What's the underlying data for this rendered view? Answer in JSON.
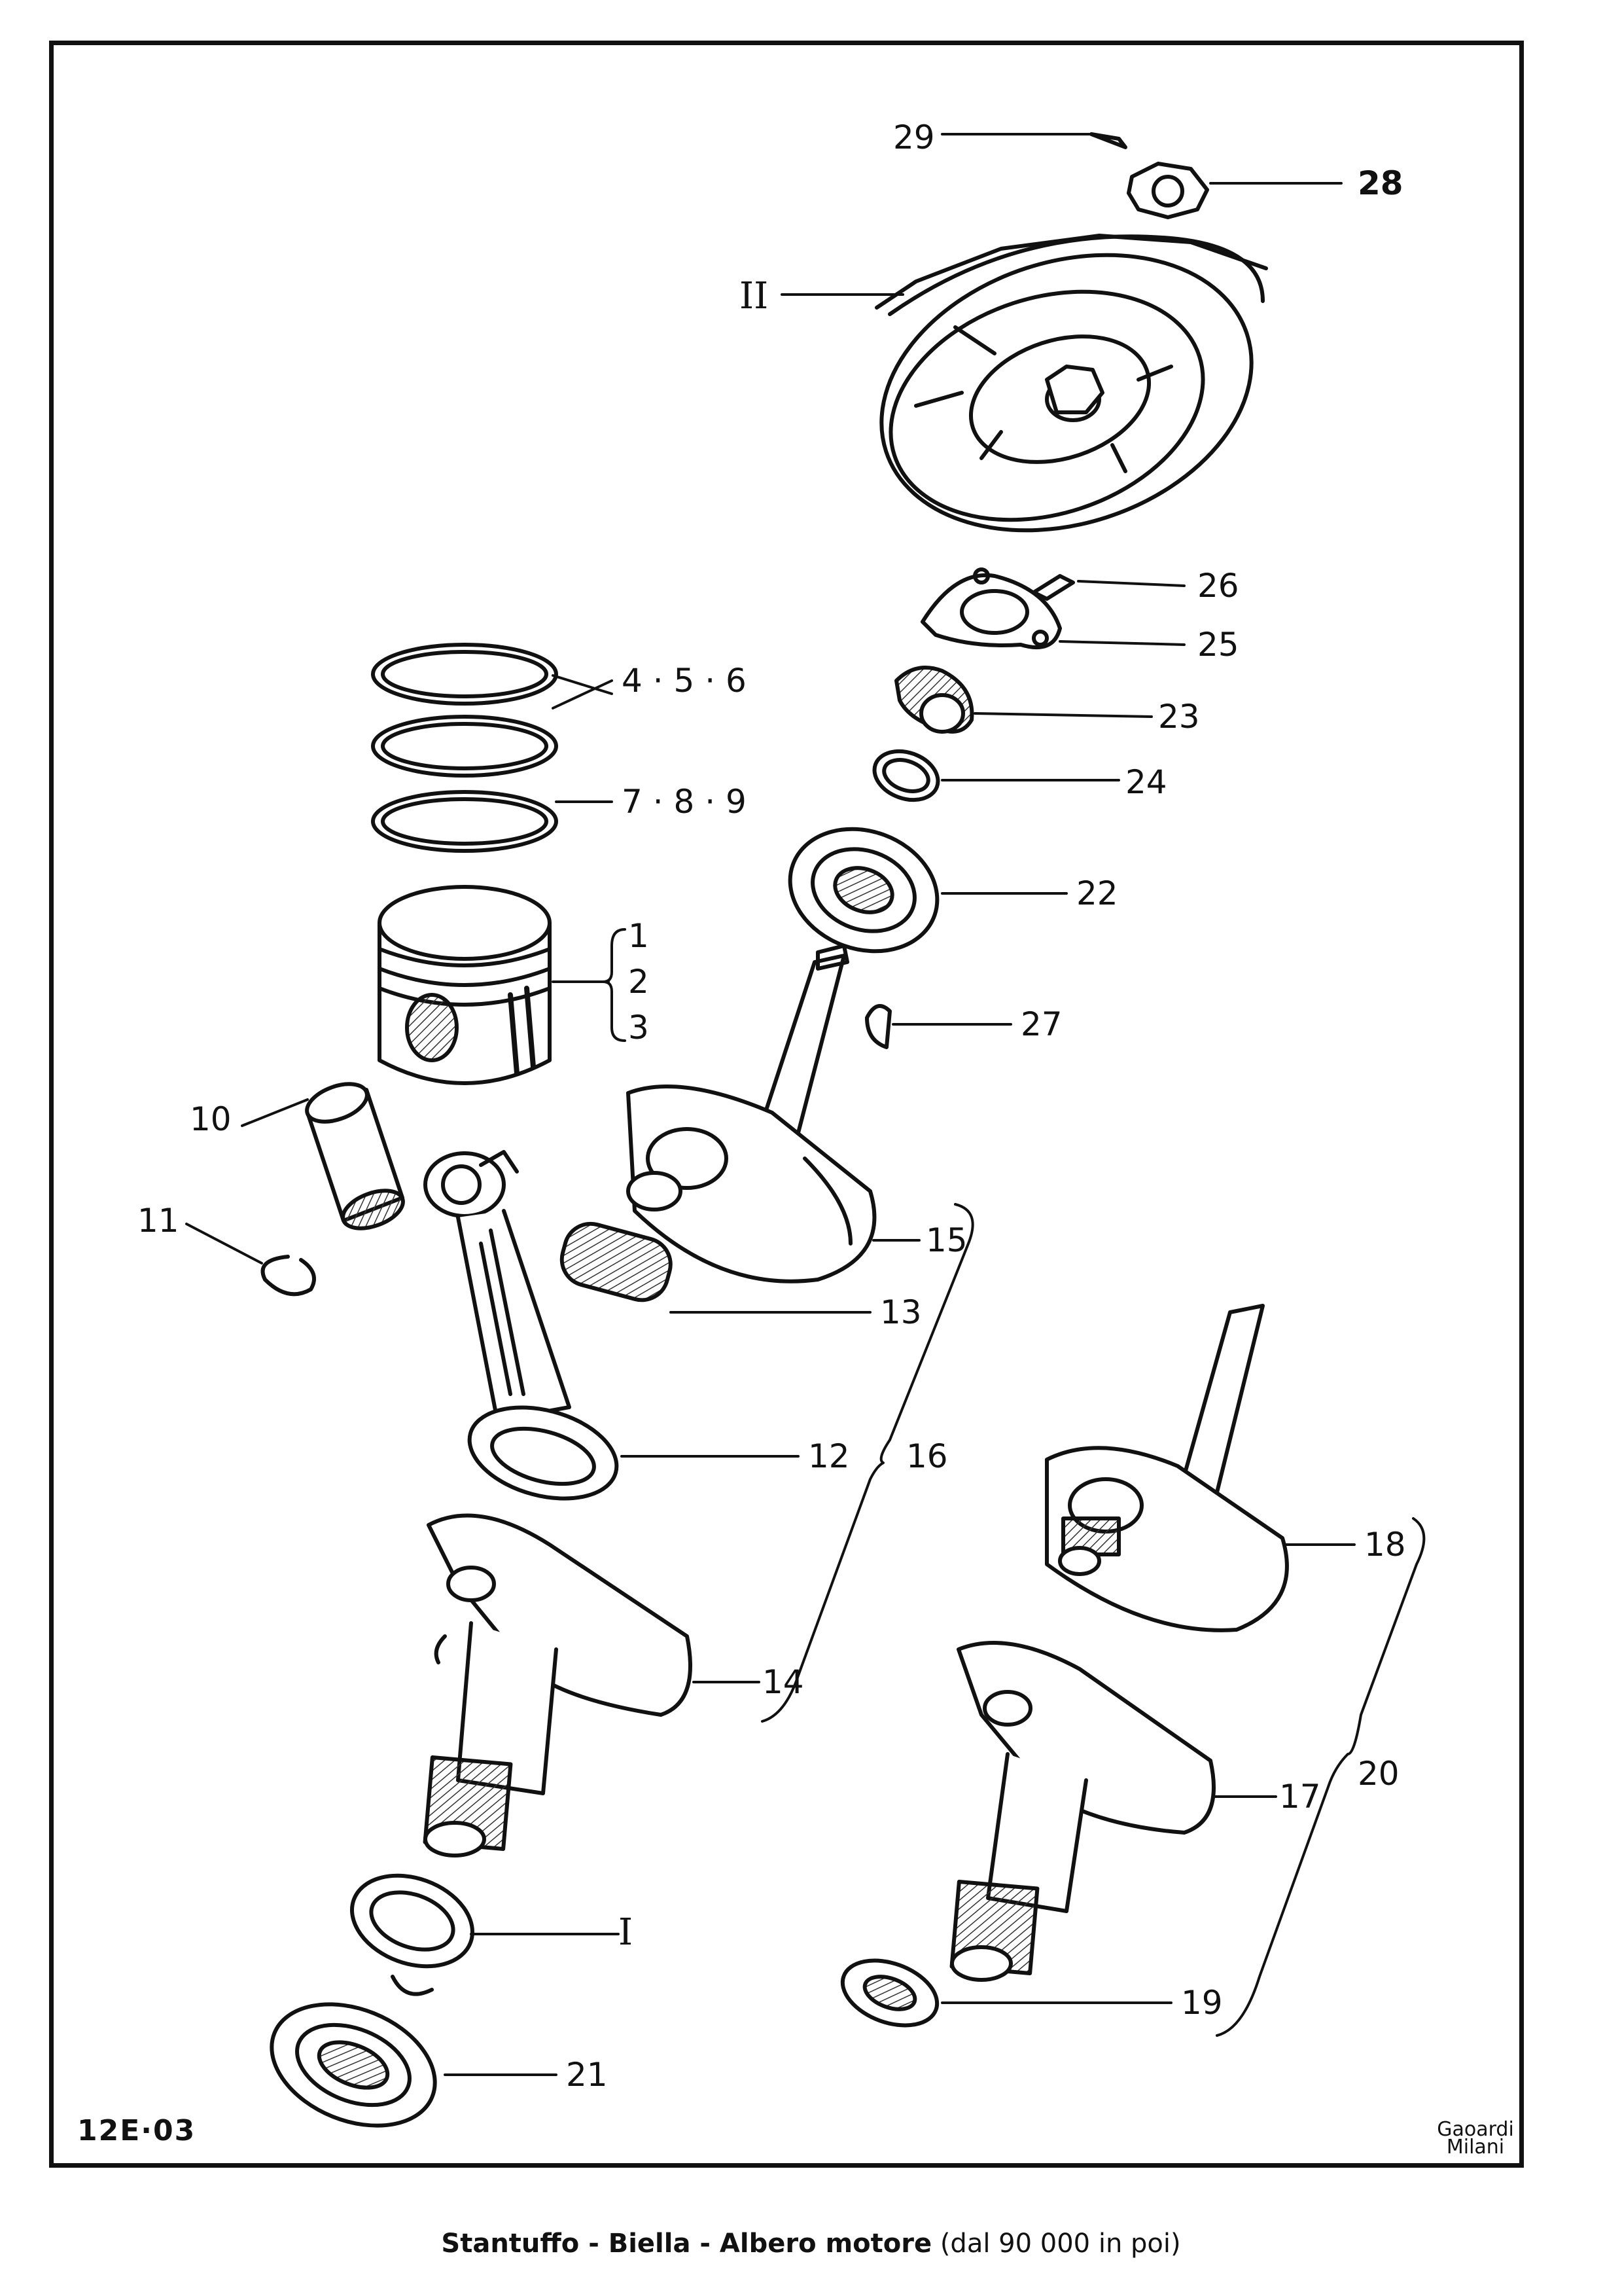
{
  "labels": {
    "l29": "29",
    "l28": "28",
    "lII": "II",
    "l26": "26",
    "l25": "25",
    "l456": "4 · 5 · 6",
    "l23": "23",
    "l24": "24",
    "l789": "7 · 8 · 9",
    "l22": "22",
    "l1": "1",
    "l2": "2",
    "l3": "3",
    "l27": "27",
    "l10": "10",
    "l11": "11",
    "l15": "15",
    "l13": "13",
    "l12": "12",
    "l16": "16",
    "l18": "18",
    "l14": "14",
    "l20": "20",
    "l17": "17",
    "lI": "I",
    "l19": "19",
    "l21": "21"
  },
  "footer": {
    "code": "12E·03",
    "signature": "Gaoardi Milani",
    "caption_title": "Stantuffo - Biella - Albero motore",
    "caption_note": "(dal 90 000 in poi)"
  },
  "colors": {
    "ink": "#111111",
    "paper": "#ffffff",
    "shade": "#555555"
  }
}
